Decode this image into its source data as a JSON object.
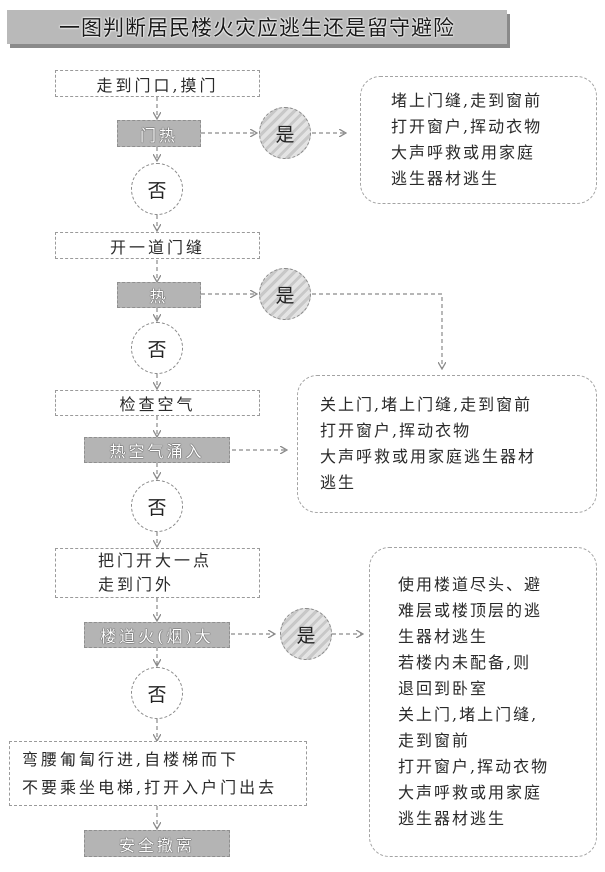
{
  "title": "一图判断居民楼火灾应逃生还是留守避险",
  "steps": {
    "s1": "走到门口,摸门",
    "d1": "门热",
    "s2": "开一道门缝",
    "d2": "热",
    "s3": "检查空气",
    "d3": "热空气涌入",
    "s4": [
      "把门开大一点",
      "走到门外"
    ],
    "d4": "楼道火(烟)大",
    "s5": [
      "弯腰匍匐行进,自楼梯而下",
      "不要乘坐电梯,打开入户门出去"
    ],
    "end": "安全撤离"
  },
  "answers": {
    "yes": "是",
    "no": "否"
  },
  "results": {
    "r1": [
      "堵上门缝,走到窗前",
      "打开窗户,挥动衣物",
      "大声呼救或用家庭",
      "逃生器材逃生"
    ],
    "r2": [
      "关上门,堵上门缝,走到窗前",
      "打开窗户,挥动衣物",
      "大声呼救或用家庭逃生器材",
      "逃生"
    ],
    "r3": [
      "使用楼道尽头、避",
      "难层或楼顶层的逃",
      "生器材逃生",
      "若楼内未配备,则",
      "退回到卧室",
      "关上门,堵上门缝,",
      "走到窗前",
      "打开窗户,挥动衣物",
      "大声呼救或用家庭",
      "逃生器材逃生"
    ]
  },
  "colors": {
    "title_bg": "#b9b9b9",
    "decision_bg": "#b4b4b4",
    "line": "#8a8a8a"
  }
}
